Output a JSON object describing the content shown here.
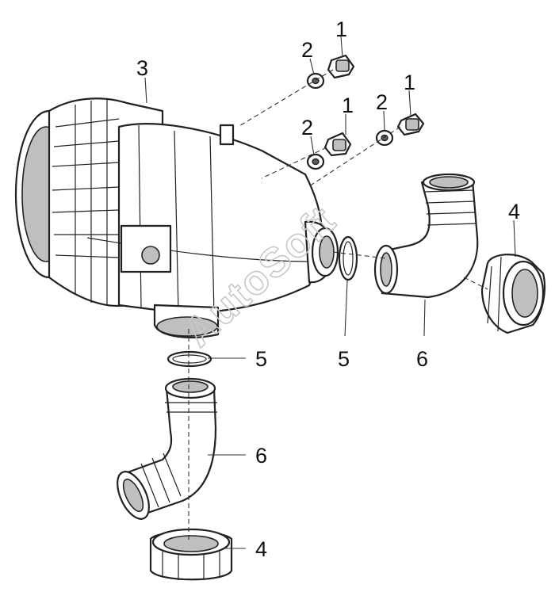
{
  "watermark": "AutoSoft",
  "callouts": {
    "bolt_left": "1",
    "bolt_center": "1",
    "bolt_right": "1",
    "washer_left": "2",
    "washer_center": "2",
    "washer_right": "2",
    "filter_housing": "3",
    "nut_right": "4",
    "nut_bottom": "4",
    "oring_bottom": "5",
    "oring_right": "5",
    "elbow_right": "6",
    "elbow_bottom": "6"
  }
}
